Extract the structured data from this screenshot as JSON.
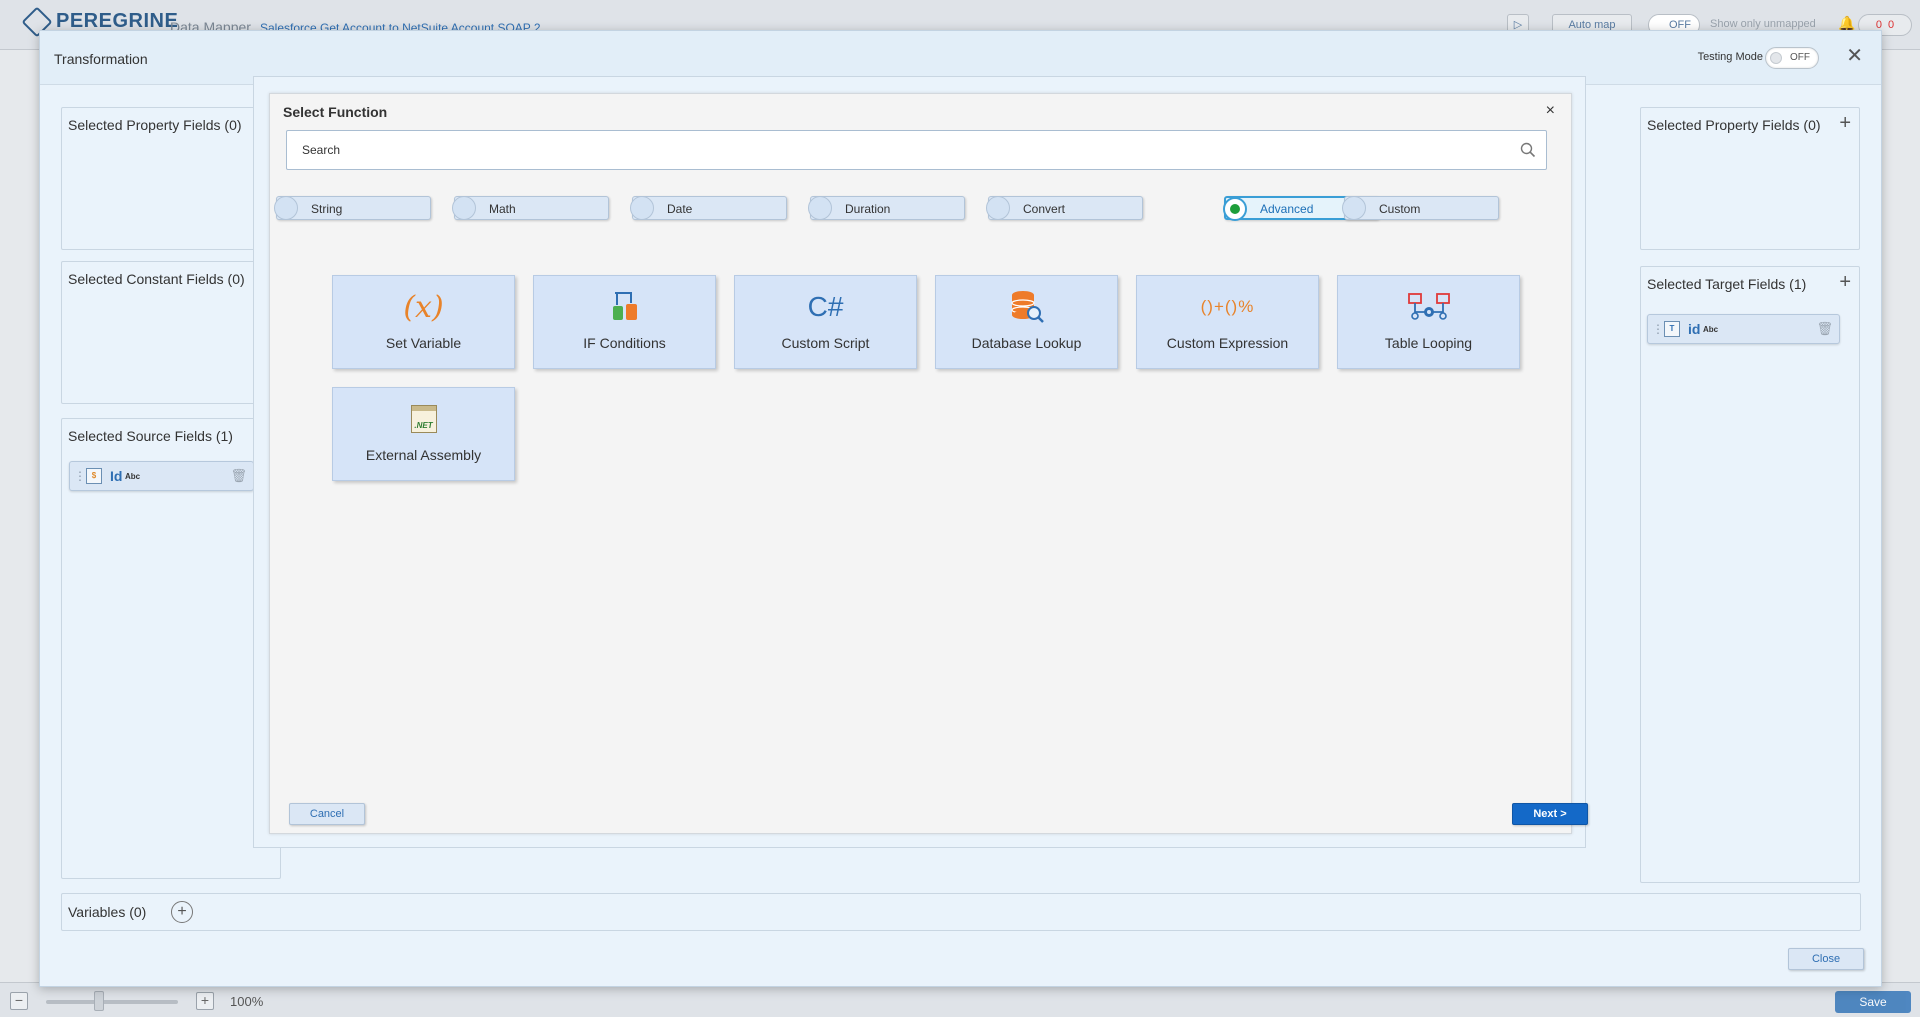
{
  "background": {
    "brand": "PEREGRINE",
    "section": "Data Mapper",
    "map_name": "Salesforce Get Account to NetSuite Account SOAP 2",
    "auto_map": "Auto map",
    "toggle_off": "OFF",
    "show_unmapped": "Show only unmapped",
    "zoom": "100%",
    "save": "Save"
  },
  "modal": {
    "title": "Transformation",
    "testing_mode_label": "Testing Mode",
    "testing_mode_value": "OFF",
    "close_label": "Close"
  },
  "left": {
    "property": {
      "title": "Selected Property Fields (0)"
    },
    "constant": {
      "title": "Selected Constant Fields (0)"
    },
    "source": {
      "title": "Selected Source Fields (1)",
      "fields": [
        {
          "name": "Id",
          "type": "Abc"
        }
      ]
    }
  },
  "right": {
    "property": {
      "title": "Selected Property Fields (0)"
    },
    "target": {
      "title": "Selected Target Fields (1)",
      "fields": [
        {
          "name": "id",
          "type": "Abc"
        }
      ]
    }
  },
  "variables": {
    "title": "Variables (0)"
  },
  "select_function": {
    "title": "Select Function",
    "close": "×",
    "search_placeholder": "Search",
    "categories": [
      "String",
      "Math",
      "Date",
      "Duration",
      "Convert",
      "Advanced",
      "Custom"
    ],
    "selected_category": "Advanced",
    "functions": [
      "Set Variable",
      "IF Conditions",
      "Custom Script",
      "Database Lookup",
      "Custom Expression",
      "Table Looping",
      "External Assembly"
    ],
    "cancel": "Cancel",
    "next": "Next >"
  },
  "colors": {
    "accent": "#1469c8",
    "selected_radio": "#1e9e3a",
    "card_bg": "#d6e4f8"
  },
  "icons": {
    "set_variable": "(x)",
    "custom_script": "C#",
    "external_assembly": ".NET",
    "custom_expression": "()+()%"
  }
}
